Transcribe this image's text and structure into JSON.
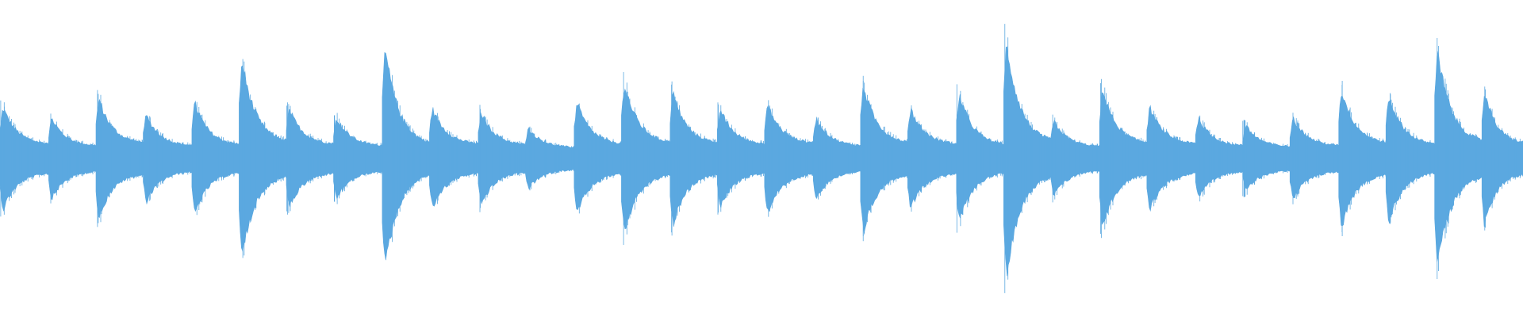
{
  "waveform": {
    "color": "#5BA8E0",
    "background": "#ffffff",
    "onsets": [
      0.0,
      0.032,
      0.063,
      0.094,
      0.126,
      0.157,
      0.188,
      0.219,
      0.251,
      0.282,
      0.314,
      0.345,
      0.377,
      0.408,
      0.44,
      0.471,
      0.502,
      0.534,
      0.565,
      0.596,
      0.628,
      0.659,
      0.69,
      0.722,
      0.753,
      0.785,
      0.816,
      0.847,
      0.879,
      0.91,
      0.942,
      0.973
    ],
    "peaks": [
      0.34,
      0.27,
      0.4,
      0.29,
      0.37,
      0.65,
      0.33,
      0.27,
      0.73,
      0.33,
      0.31,
      0.2,
      0.37,
      0.5,
      0.44,
      0.33,
      0.36,
      0.27,
      0.49,
      0.33,
      0.43,
      0.77,
      0.25,
      0.46,
      0.34,
      0.27,
      0.22,
      0.27,
      0.46,
      0.42,
      0.71,
      0.45
    ],
    "tails": [
      0.18,
      0.16,
      0.19,
      0.16,
      0.17,
      0.2,
      0.18,
      0.16,
      0.17,
      0.18,
      0.17,
      0.14,
      0.18,
      0.19,
      0.19,
      0.18,
      0.19,
      0.16,
      0.19,
      0.18,
      0.17,
      0.2,
      0.15,
      0.19,
      0.18,
      0.16,
      0.15,
      0.16,
      0.19,
      0.17,
      0.2,
      0.19
    ]
  }
}
